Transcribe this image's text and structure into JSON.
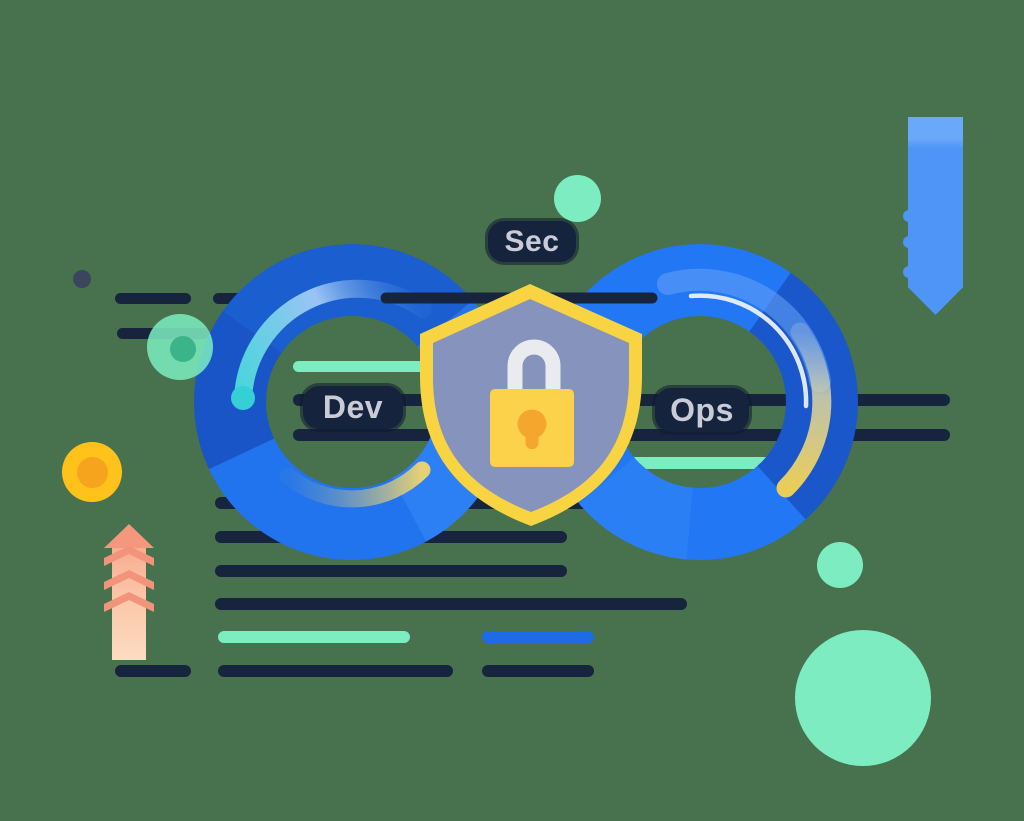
{
  "illustration": {
    "name": "DevSecOps infinity loop with security shield",
    "labels": {
      "dev": "Dev",
      "sec": "Sec",
      "ops": "Ops"
    },
    "icons": [
      "infinity-loop-icon",
      "shield-icon",
      "padlock-icon",
      "arrow-up-icon",
      "ribbon-down-icon"
    ],
    "colors": {
      "background": "#48714E",
      "navy": "#16243E",
      "mint": "#7DEDC1",
      "mint-dark": "#3BB489",
      "teal-dot": "#35CFD6",
      "slate-dot": "#39465E",
      "blue-line": "#1E6BE8",
      "banner-blue": "#4E95F7",
      "ring-blue": "#2277F4",
      "ring-blue-dark": "#1A53C5",
      "ring-blue-deep": "#1B5ECF",
      "ring-blue-mid": "#2173EE",
      "ring-blue-bright": "#2C80F4",
      "yellow": "#FFC21A",
      "orange": "#F6A41E",
      "salmon": "#F4977E",
      "chevron": "#F2937B",
      "shield-border": "#F8D442",
      "shield-body": "#8593BD",
      "lock-yellow": "#FBD24A",
      "lock-shackle": "#E9EBEF",
      "keyhole": "#F5A62C",
      "label-bg": "#16233D",
      "label-text": "#C9CCD6"
    }
  }
}
